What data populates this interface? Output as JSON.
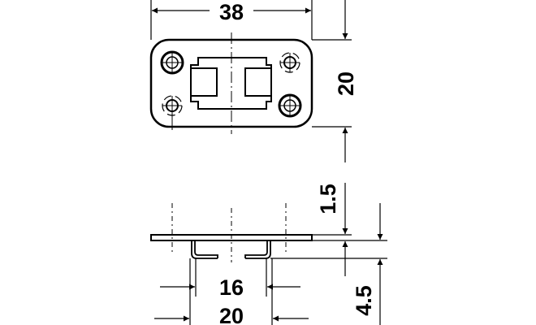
{
  "title": "Mounting plate technical drawing",
  "top_view": {
    "width_label": "38",
    "height_label": "20"
  },
  "side_view": {
    "plate_thickness_label": "1.5",
    "overall_height_label": "4.5",
    "inner_width_label": "16",
    "outer_width_label": "20"
  },
  "colors": {
    "line": "#000000",
    "background": "#ffffff"
  }
}
